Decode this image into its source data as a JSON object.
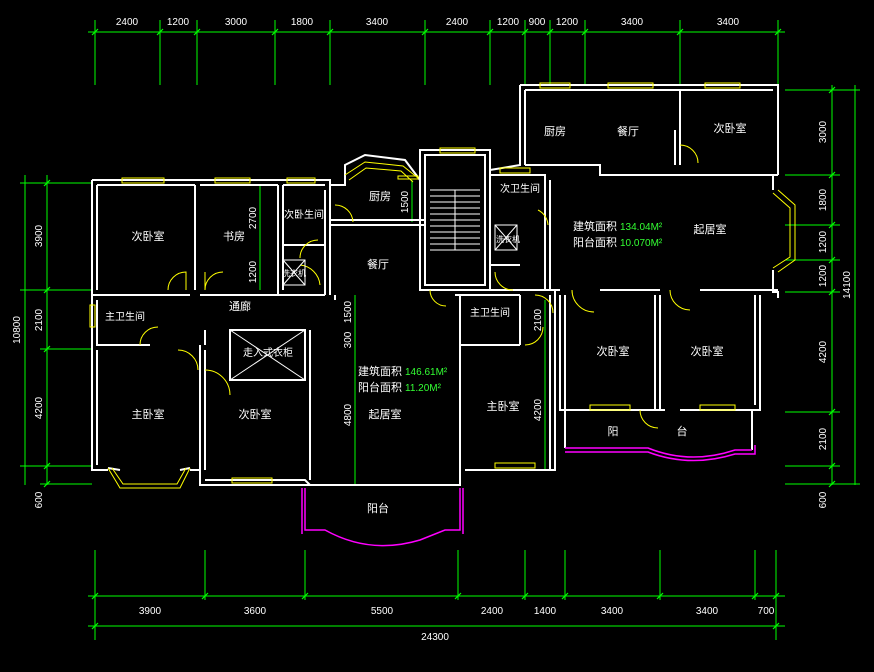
{
  "top_dims": [
    "2400",
    "1200",
    "3000",
    "1800",
    "3400",
    "2400",
    "1200",
    "900",
    "1200",
    "3400",
    "3400"
  ],
  "bottom_dims": [
    "3900",
    "3600",
    "5500",
    "2400",
    "1400",
    "3400",
    "3400",
    "700"
  ],
  "bottom_total": "24300",
  "left_dims": [
    "3900",
    "2100",
    "4200",
    "600"
  ],
  "left_total": "10800",
  "right_dims": [
    "3000",
    "1800",
    "1200",
    "1200",
    "4200",
    "2100",
    "600"
  ],
  "right_total": "14100",
  "inner_dims": {
    "d2700": "2700",
    "d1200": "1200",
    "d1500a": "1500",
    "d1500b": "1500",
    "d300": "300",
    "d4800": "4800",
    "d2100": "2100",
    "d4200": "4200"
  },
  "rooms_left": {
    "bed2": "次卧室",
    "study": "书房",
    "bath2": "次卧生间",
    "washer": "洗衣机",
    "corridor": "通廊",
    "mbath": "主卫生间",
    "walkin": "走入式衣柜",
    "master": "主卧室",
    "bed3": "次卧室",
    "kitchen": "厨房",
    "dining": "餐厅",
    "living": "起居室",
    "balcony": "阳台"
  },
  "rooms_right": {
    "kitchen": "厨房",
    "dining": "餐厅",
    "bed2": "次卧室",
    "bath2": "次卫生间",
    "washer": "洗衣机",
    "living": "起居室",
    "mbath": "主卫生间",
    "master": "主卧室",
    "bed3": "次卧室",
    "bed4": "次卧室",
    "balc1": "阳",
    "balc2": "台"
  },
  "area_left": {
    "build_label": "建筑面积",
    "build_value": "146.61M²",
    "balc_label": "阳台面积",
    "balc_value": "11.20M²"
  },
  "area_right": {
    "build_label": "建筑面积",
    "build_value": "134.04M²",
    "balc_label": "阳台面积",
    "balc_value": "10.070M²"
  },
  "colors": {
    "wall": "#ffffff",
    "dim": "#00ff00",
    "window": "#ffff00",
    "door": "#ffff00",
    "balcony": "#ff00ff",
    "background": "#000000"
  }
}
